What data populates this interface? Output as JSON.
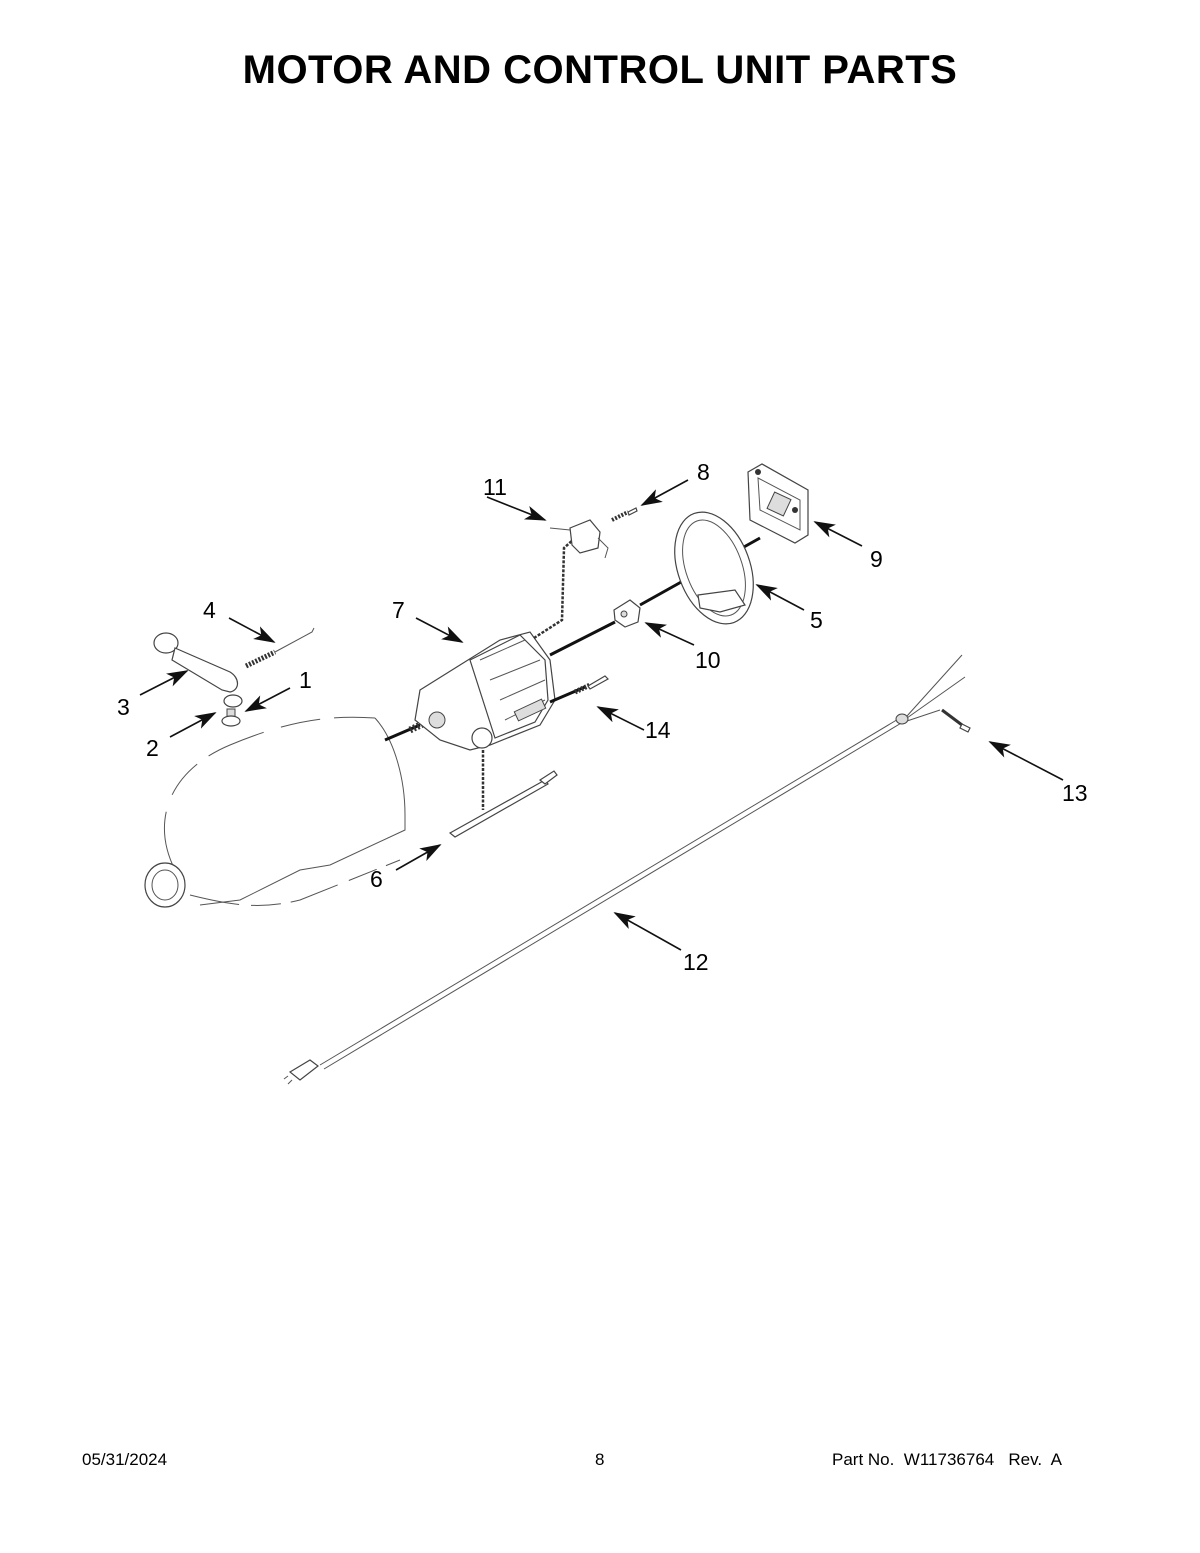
{
  "page": {
    "title": "MOTOR AND CONTROL UNIT PARTS"
  },
  "diagram": {
    "callouts": [
      {
        "id": "1",
        "label": "1"
      },
      {
        "id": "2",
        "label": "2"
      },
      {
        "id": "3",
        "label": "3"
      },
      {
        "id": "4",
        "label": "4"
      },
      {
        "id": "5",
        "label": "5"
      },
      {
        "id": "6",
        "label": "6"
      },
      {
        "id": "7",
        "label": "7"
      },
      {
        "id": "8",
        "label": "8"
      },
      {
        "id": "9",
        "label": "9"
      },
      {
        "id": "10",
        "label": "10"
      },
      {
        "id": "11",
        "label": "11"
      },
      {
        "id": "12",
        "label": "12"
      },
      {
        "id": "13",
        "label": "13"
      },
      {
        "id": "14",
        "label": "14"
      }
    ]
  },
  "footer": {
    "date": "05/31/2024",
    "page_number": "8",
    "part_number": "Part No.  W11736764   Rev.  A"
  }
}
